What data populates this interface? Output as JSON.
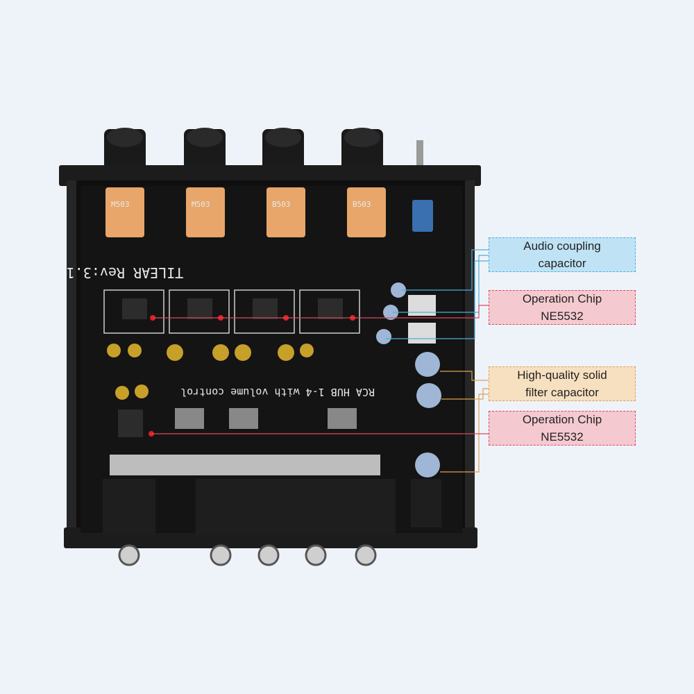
{
  "board": {
    "silkscreen_title": "TILEAR Rev:3.1",
    "silkscreen_subtitle": "RCA HUB 1-4 with volume control",
    "pot_label": "B503",
    "pot_label_alt": "M503"
  },
  "callouts": [
    {
      "line1": "Audio coupling",
      "line2": "capacitor",
      "accent": "#4ab0dd"
    },
    {
      "line1": "Operation Chip",
      "line2": "NE5532",
      "accent": "#d94a5e"
    },
    {
      "line1": "High-quality solid",
      "line2": "filter capacitor",
      "accent": "#e0a050"
    },
    {
      "line1": "Operation Chip",
      "line2": "NE5532",
      "accent": "#d94a5e"
    }
  ],
  "colors": {
    "background": "#eef3fa",
    "board": "#111111"
  }
}
